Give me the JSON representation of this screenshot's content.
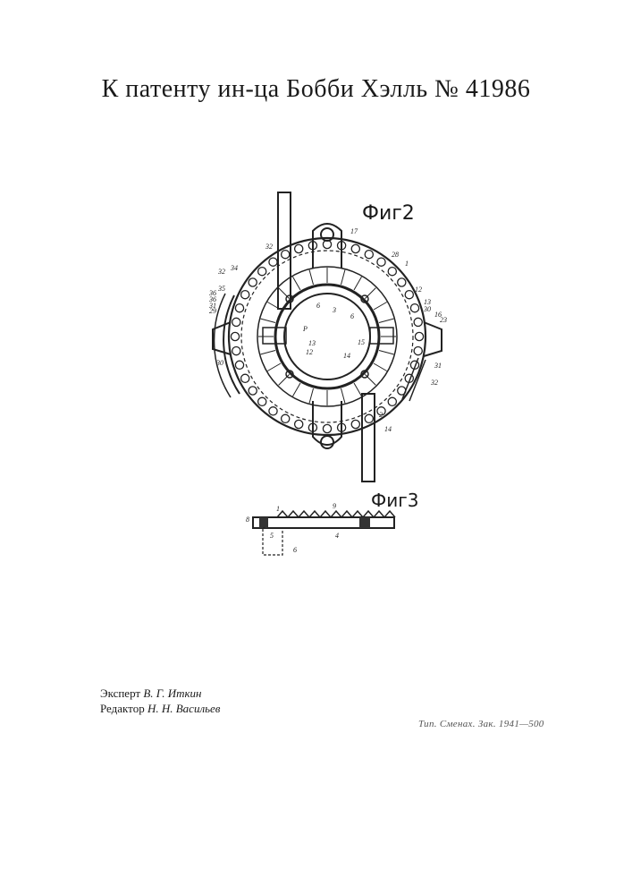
{
  "header": {
    "title": "К патенту ин-ца Бобби Хэлль № 41986"
  },
  "figures": {
    "fig2_label": "Фиг2",
    "fig3_label": "Фиг3",
    "fig2_callouts": [
      "32",
      "32",
      "34",
      "36",
      "35",
      "36",
      "31",
      "29",
      "30",
      "17",
      "28",
      "1",
      "12",
      "13",
      "30",
      "16",
      "23",
      "31",
      "32",
      "2",
      "14",
      "6",
      "3",
      "6",
      "P",
      "13",
      "12",
      "15",
      "14"
    ],
    "fig3_callouts": [
      "1",
      "9",
      "8",
      "5",
      "4",
      "6"
    ]
  },
  "credits": {
    "expert_role": "Эксперт",
    "expert_name": "В. Г. Иткин",
    "editor_role": "Редактор",
    "editor_name": "Н. Н. Васильев"
  },
  "footer": {
    "print_line": "Тип. Сменах. Зак. 1941—500"
  }
}
